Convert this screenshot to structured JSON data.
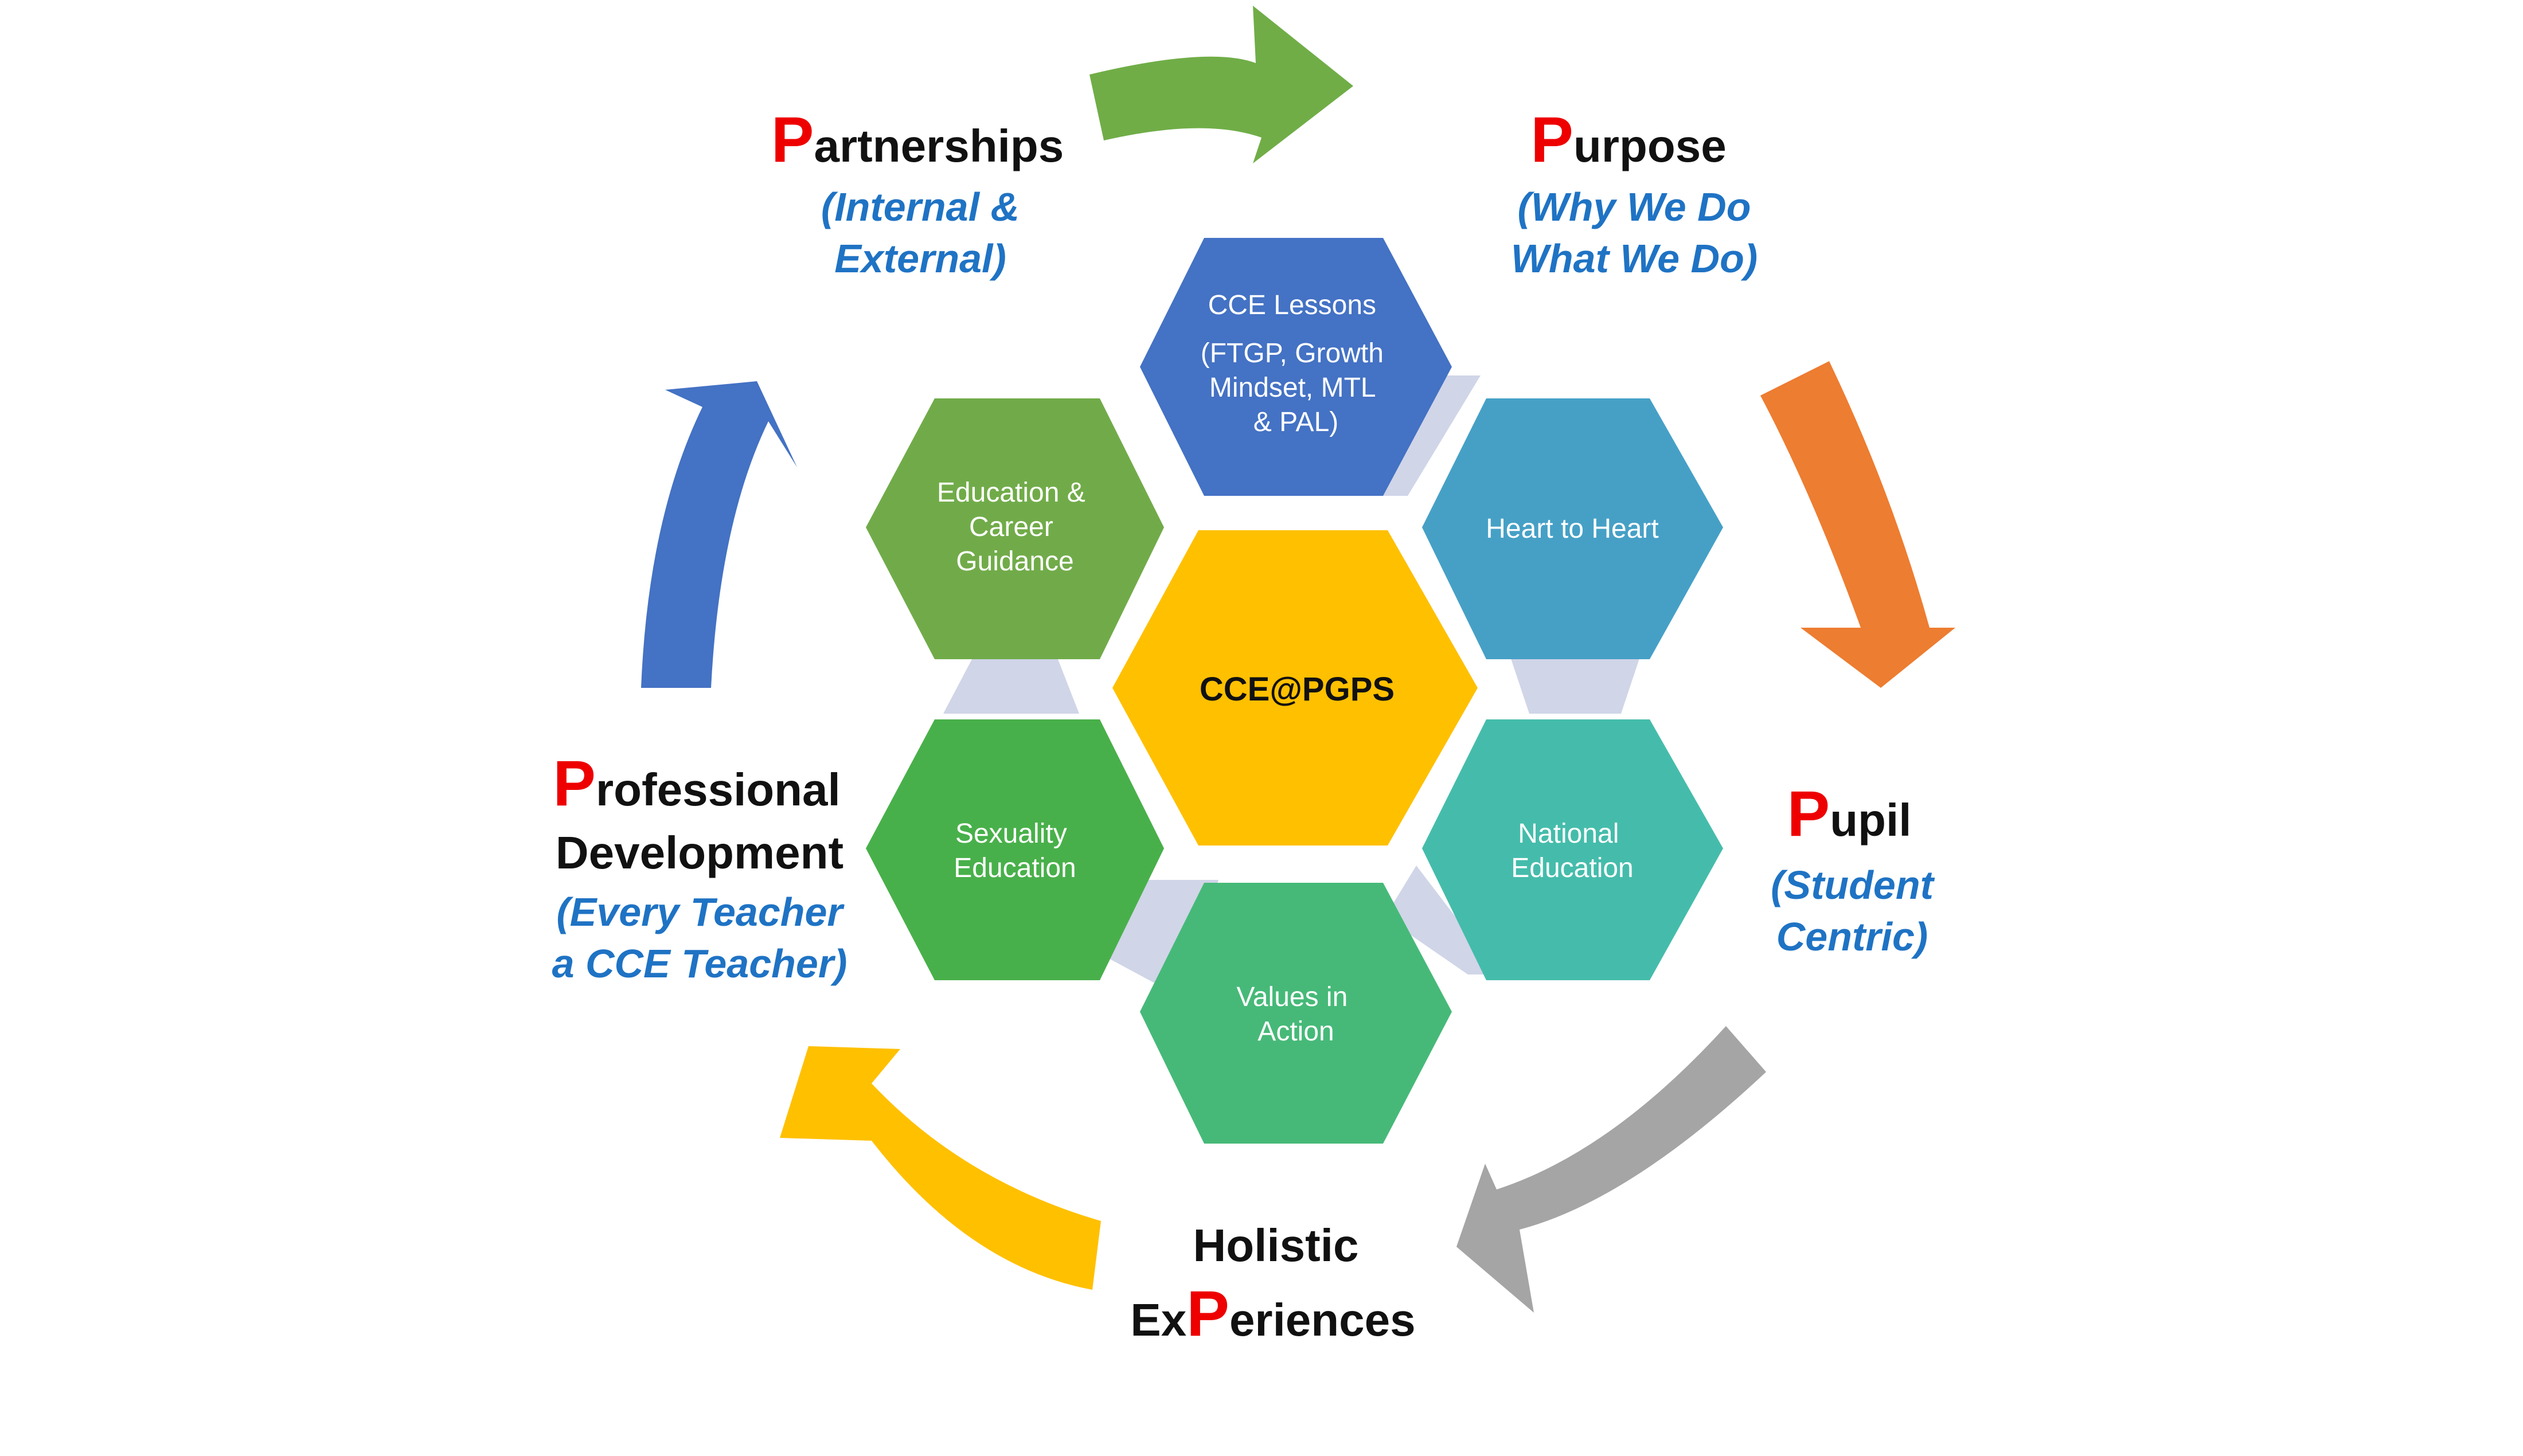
{
  "center": {
    "label": "CCE@PGPS",
    "color": "#ffc000"
  },
  "hexes": {
    "cce_lessons": {
      "lines": [
        "CCE Lessons",
        "(FTGP, Growth",
        "Mindset, MTL",
        "& PAL)"
      ],
      "color": "#4472c4"
    },
    "heart_to_heart": {
      "lines": [
        "Heart to Heart"
      ],
      "color": "#46a0c6"
    },
    "national_education": {
      "lines": [
        "National",
        "Education"
      ],
      "color": "#45bcab"
    },
    "values_in_action": {
      "lines": [
        "Values in",
        "Action"
      ],
      "color": "#46b978"
    },
    "sexuality_education": {
      "lines": [
        "Sexuality",
        "Education"
      ],
      "color": "#48b04a"
    },
    "education_career": {
      "lines": [
        "Education &",
        "Career",
        "Guidance"
      ],
      "color": "#71ab49"
    }
  },
  "connector_color": "#d0d5e8",
  "pillars": {
    "partnerships": {
      "title_first": "P",
      "title_rest": "artnerships",
      "sub1": "(Internal &",
      "sub2": "External)"
    },
    "purpose": {
      "title_first": "P",
      "title_rest": "urpose",
      "sub1": "(Why We Do",
      "sub2": "What We Do)"
    },
    "pupil": {
      "title_first": "P",
      "title_rest": "upil",
      "sub1": "(Student",
      "sub2": "Centric)"
    },
    "holistic": {
      "line1": "Holistic",
      "line2_pre": "Ex",
      "line2_p": "P",
      "line2_post": "eriences"
    },
    "professional": {
      "title_first": "P",
      "title_rest": "rofessional",
      "line2": "Development",
      "sub1": "(Every Teacher",
      "sub2": "a CCE Teacher)"
    }
  },
  "arrows": {
    "green": "#70ad47",
    "orange": "#ed7d31",
    "gray": "#a5a5a5",
    "yellow": "#ffc000",
    "blue": "#4472c4"
  }
}
